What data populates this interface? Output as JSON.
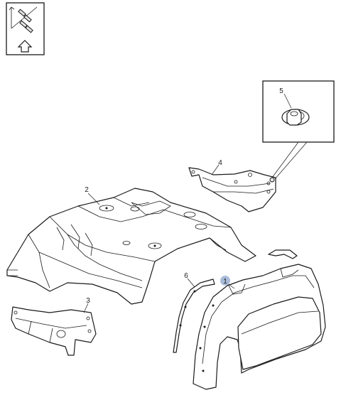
{
  "diagram": {
    "callouts": [
      {
        "id": "1",
        "text": "1",
        "highlighted": true
      },
      {
        "id": "2",
        "text": "2"
      },
      {
        "id": "3",
        "text": "3"
      },
      {
        "id": "4",
        "text": "4"
      },
      {
        "id": "5",
        "text": "5"
      },
      {
        "id": "6",
        "text": "6"
      }
    ],
    "orientation_icon": "vehicle-front-arrow-icon",
    "highlight_color": "#a9bcd9"
  }
}
